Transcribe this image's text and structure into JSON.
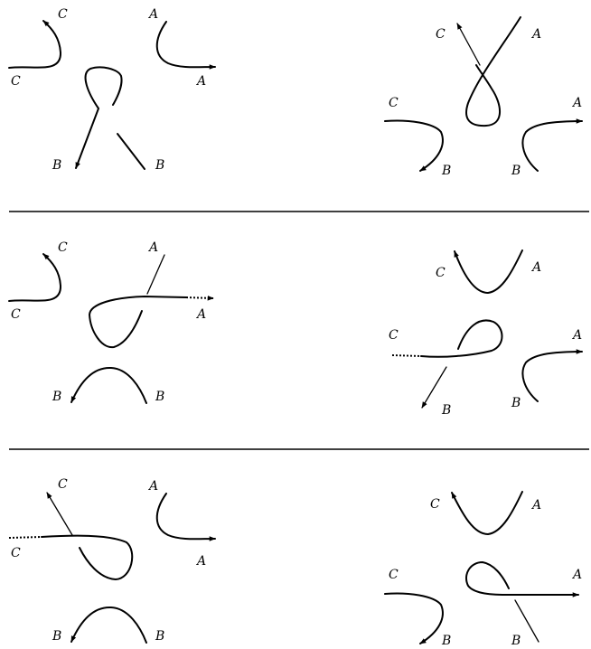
{
  "panels": {
    "row1_left": {
      "c_top": "C",
      "c_left": "C",
      "a_top": "A",
      "a_right": "A",
      "b_left": "B",
      "b_right": "B"
    },
    "row1_right": {
      "c_top": "C",
      "c_left": "C",
      "a_top": "A",
      "a_right": "A",
      "b_left": "B",
      "b_right": "B"
    },
    "row2_left": {
      "c_top": "C",
      "c_left": "C",
      "a_top": "A",
      "a_right": "A",
      "b_left": "B",
      "b_right": "B"
    },
    "row2_right": {
      "c_top": "C",
      "c_left": "C",
      "a_top": "A",
      "a_right": "A",
      "b_left": "B",
      "b_right": "B"
    },
    "row3_left": {
      "c_top": "C",
      "c_left": "C",
      "a_top": "A",
      "a_right": "A",
      "b_left": "B",
      "b_right": "B"
    },
    "row3_right": {
      "c_top": "C",
      "c_left": "C",
      "a_top": "A",
      "a_right": "A",
      "b_left": "B",
      "b_right": "B"
    }
  }
}
